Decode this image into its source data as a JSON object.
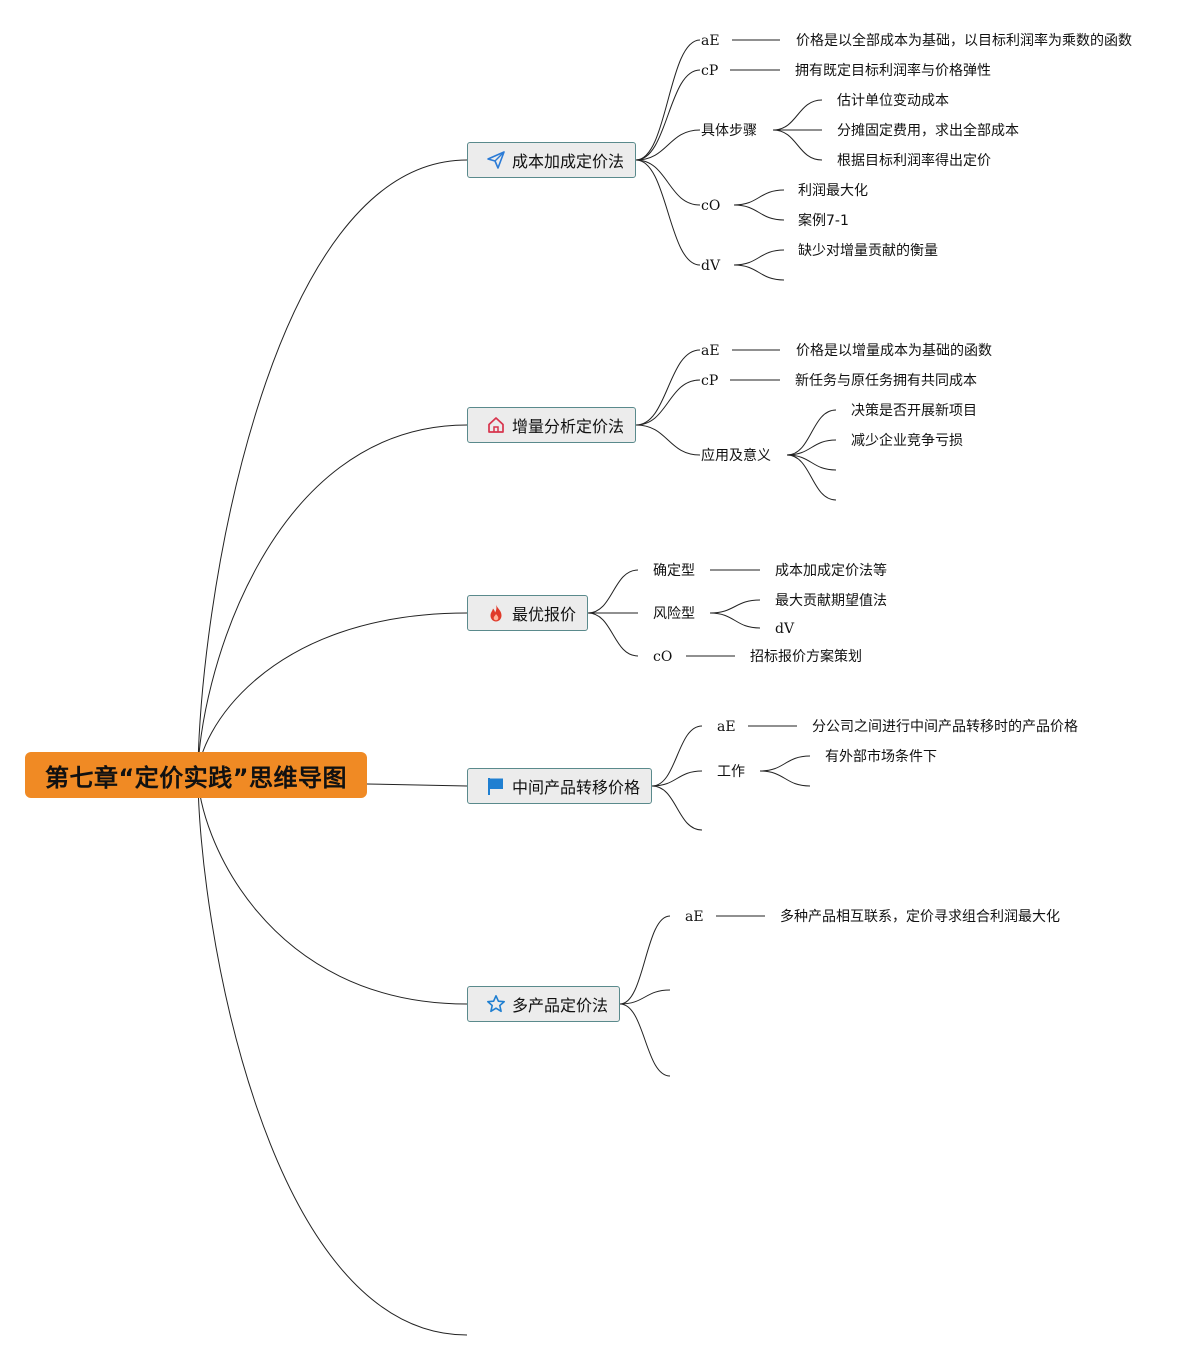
{
  "colors": {
    "root_bg": "#f08a24",
    "node_bg": "#ececec",
    "node_border": "#5a8a8c",
    "line": "#222222"
  },
  "root": {
    "label": "第七章“定价实践”思维导图"
  },
  "branches": [
    {
      "label": "成本加成定价法",
      "icon": "paper-plane-icon",
      "items": [
        {
          "label": "aE",
          "children": [
            "价格是以全部成本为基础，以目标利润率为乘数的函数"
          ]
        },
        {
          "label": "cP",
          "children": [
            "拥有既定目标利润率与价格弹性"
          ]
        },
        {
          "label": "具体步骤",
          "children": [
            "估计单位变动成本",
            "分摊固定费用，求出全部成本",
            "根据目标利润率得出定价"
          ]
        },
        {
          "label": "cO",
          "children": [
            "利润最大化",
            "案例7-1"
          ]
        },
        {
          "label": "dV",
          "children": [
            "缺少对增量贡献的衡量",
            ""
          ]
        }
      ]
    },
    {
      "label": "增量分析定价法",
      "icon": "home-icon",
      "items": [
        {
          "label": "aE",
          "children": [
            "价格是以增量成本为基础的函数"
          ]
        },
        {
          "label": "cP",
          "children": [
            "新任务与原任务拥有共同成本"
          ]
        },
        {
          "label": "应用及意义",
          "children": [
            "决策是否开展新项目",
            "减少企业竞争亏损",
            "",
            ""
          ]
        }
      ]
    },
    {
      "label": "最优报价",
      "icon": "fire-icon",
      "items": [
        {
          "label": "确定型",
          "children": [
            "成本加成定价法等"
          ]
        },
        {
          "label": "风险型",
          "children": [
            "最大贡献期望值法",
            "dV"
          ]
        },
        {
          "label": "cO",
          "children": [
            "招标报价方案策划"
          ]
        }
      ]
    },
    {
      "label": "中间产品转移价格",
      "icon": "flag-icon",
      "items": [
        {
          "label": "aE",
          "children": [
            "分公司之间进行中间产品转移时的产品价格"
          ]
        },
        {
          "label": "工作",
          "children": [
            "有外部市场条件下",
            ""
          ]
        },
        {
          "label": "",
          "children": []
        }
      ]
    },
    {
      "label": "多产品定价法",
      "icon": "star-icon",
      "items": [
        {
          "label": "aE",
          "children": [
            "多种产品相互联系，定价寻求组合利润最大化"
          ]
        },
        {
          "label": "",
          "children": []
        },
        {
          "label": "",
          "children": []
        }
      ]
    }
  ]
}
